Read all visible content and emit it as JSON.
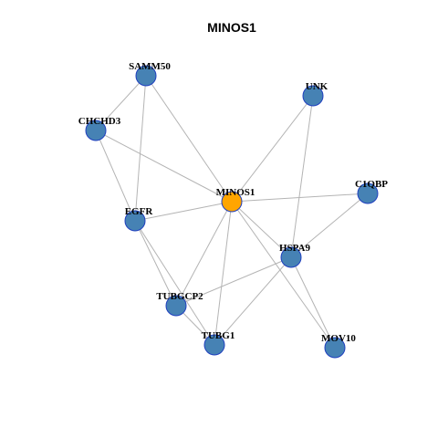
{
  "title": "MINOS1",
  "colors": {
    "center_node": "#FFA500",
    "node": "#4682B4",
    "node_border": "#1F3FBF",
    "edge": "#B4B4B4"
  },
  "nodes": [
    {
      "id": "MINOS1",
      "label": "MINOS1",
      "center": true
    },
    {
      "id": "SAMM50",
      "label": "SAMM50",
      "center": false
    },
    {
      "id": "UNK",
      "label": "UNK",
      "center": false
    },
    {
      "id": "CHCHD3",
      "label": "CHCHD3",
      "center": false
    },
    {
      "id": "C1QBP",
      "label": "C1QBP",
      "center": false
    },
    {
      "id": "EGFR",
      "label": "EGFR",
      "center": false
    },
    {
      "id": "HSPA9",
      "label": "HSPA9",
      "center": false
    },
    {
      "id": "TUBGCP2",
      "label": "TUBGCP2",
      "center": false
    },
    {
      "id": "TUBG1",
      "label": "TUBG1",
      "center": false
    },
    {
      "id": "MOV10",
      "label": "MOV10",
      "center": false
    }
  ],
  "edges": [
    [
      "SAMM50",
      "CHCHD3"
    ],
    [
      "SAMM50",
      "MINOS1"
    ],
    [
      "SAMM50",
      "EGFR"
    ],
    [
      "CHCHD3",
      "EGFR"
    ],
    [
      "CHCHD3",
      "MINOS1"
    ],
    [
      "UNK",
      "MINOS1"
    ],
    [
      "UNK",
      "HSPA9"
    ],
    [
      "MINOS1",
      "C1QBP"
    ],
    [
      "MINOS1",
      "EGFR"
    ],
    [
      "MINOS1",
      "HSPA9"
    ],
    [
      "MINOS1",
      "TUBGCP2"
    ],
    [
      "MINOS1",
      "TUBG1"
    ],
    [
      "MINOS1",
      "MOV10"
    ],
    [
      "C1QBP",
      "HSPA9"
    ],
    [
      "EGFR",
      "TUBGCP2"
    ],
    [
      "EGFR",
      "TUBG1"
    ],
    [
      "HSPA9",
      "TUBGCP2"
    ],
    [
      "HSPA9",
      "TUBG1"
    ],
    [
      "HSPA9",
      "MOV10"
    ],
    [
      "TUBGCP2",
      "TUBG1"
    ]
  ]
}
